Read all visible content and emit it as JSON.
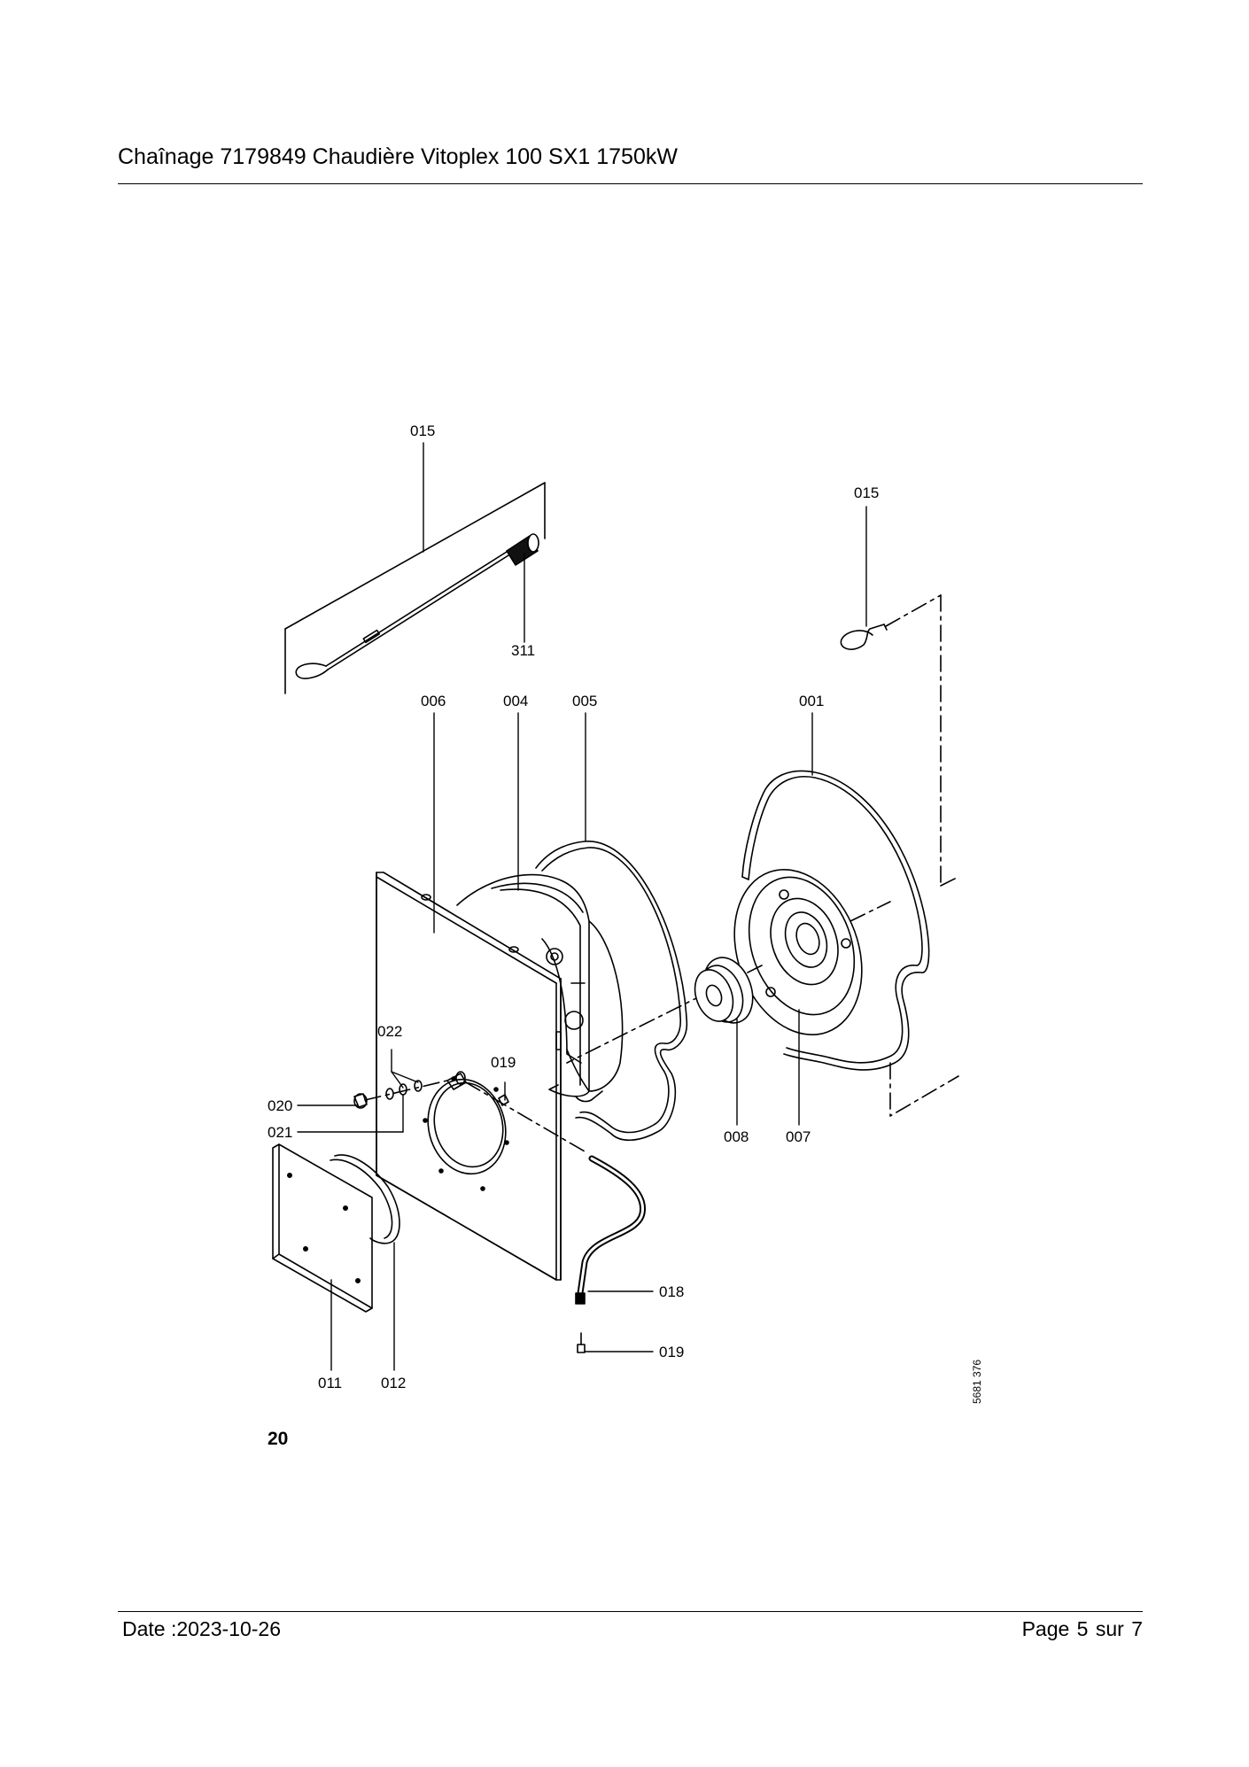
{
  "header": {
    "title": "Chaînage 7179849 Chaudière Vitoplex 100 SX1 1750kW"
  },
  "figure": {
    "number": "20",
    "drawing_ref": "5681 376",
    "callouts": {
      "c015a": "015",
      "c015b": "015",
      "c311": "311",
      "c006": "006",
      "c004": "004",
      "c005": "005",
      "c001": "001",
      "c022": "022",
      "c019a": "019",
      "c020": "020",
      "c021": "021",
      "c008": "008",
      "c007": "007",
      "c018": "018",
      "c019b": "019",
      "c011": "011",
      "c012": "012"
    }
  },
  "footer": {
    "date": "Date :2023-10-26",
    "page": "Page 5 sur  7"
  }
}
